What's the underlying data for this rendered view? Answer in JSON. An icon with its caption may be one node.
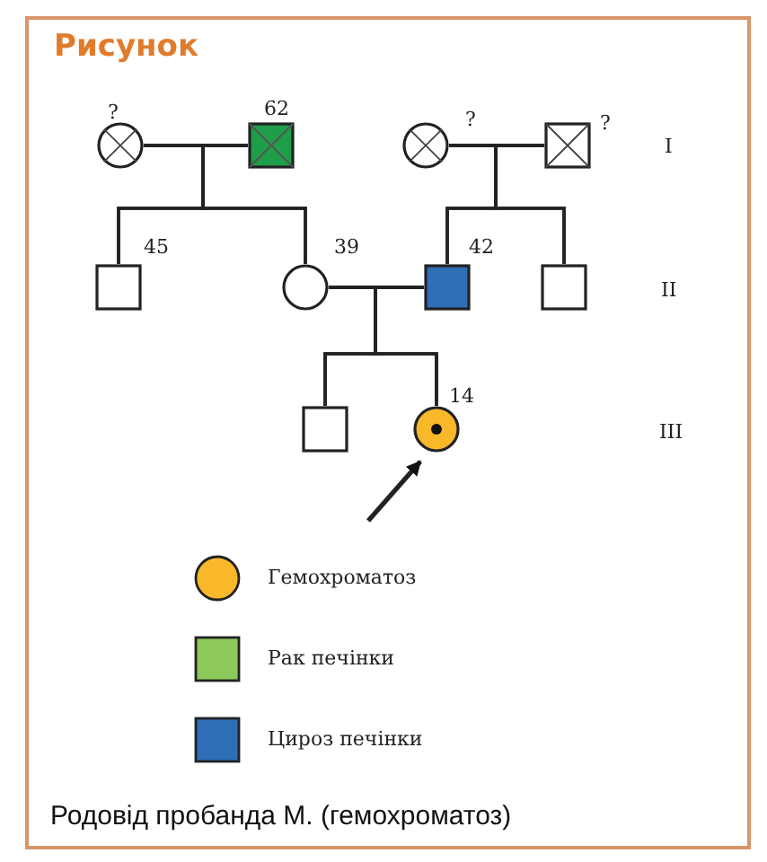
{
  "diagram": {
    "title": "Рисунок",
    "caption": "Родовід пробанда М. (гемохроматоз)",
    "nodes": [
      {
        "text": [],
        "shape": "circle",
        "beside": [
          "?"
        ]
      },
      {
        "text": [],
        "shape": "box",
        "beside": [
          "62"
        ]
      },
      {
        "text": [],
        "shape": "circle",
        "beside": [
          "?"
        ]
      },
      {
        "text": [],
        "shape": "box",
        "beside": [
          "?"
        ]
      },
      {
        "text": [],
        "shape": "box",
        "beside": [
          "45"
        ]
      },
      {
        "text": [],
        "shape": "circle",
        "beside": [
          "39"
        ]
      },
      {
        "text": [],
        "shape": "box",
        "beside": [
          "42"
        ]
      },
      {
        "text": [],
        "shape": "box"
      },
      {
        "text": [],
        "shape": "box"
      },
      {
        "text": [],
        "shape": "circle",
        "beside": [
          "14"
        ]
      }
    ],
    "edges": [
      {
        "from": 0,
        "to": 1,
        "arrow": "none"
      },
      {
        "from": 2,
        "to": 3,
        "arrow": "none"
      },
      {
        "from": 5,
        "to": 6,
        "arrow": "none"
      },
      {
        "from": 0,
        "to": 4,
        "arrow": "none"
      },
      {
        "from": 1,
        "to": 4,
        "arrow": "none"
      },
      {
        "from": 0,
        "to": 5,
        "arrow": "none"
      },
      {
        "from": 1,
        "to": 5,
        "arrow": "none"
      },
      {
        "from": 2,
        "to": 6,
        "arrow": "none"
      },
      {
        "from": 3,
        "to": 6,
        "arrow": "none"
      },
      {
        "from": 2,
        "to": 7,
        "arrow": "none"
      },
      {
        "from": 3,
        "to": 7,
        "arrow": "none"
      },
      {
        "from": 5,
        "to": 8,
        "arrow": "none"
      },
      {
        "from": 6,
        "to": 8,
        "arrow": "none"
      },
      {
        "from": 5,
        "to": 9,
        "arrow": "none"
      },
      {
        "from": 6,
        "to": 9,
        "arrow": "none"
      },
      {
        "from": null,
        "to": 9,
        "arrow": "to"
      }
    ],
    "labels": [
      "I",
      "II",
      "III"
    ],
    "legend": [
      {
        "text": "Гемохроматоз",
        "color": "#f9b82a"
      },
      {
        "text": "Рак печінки",
        "color": "#8cc85a"
      },
      {
        "text": "Цироз печінки",
        "color": "#2e6fb7"
      }
    ]
  }
}
